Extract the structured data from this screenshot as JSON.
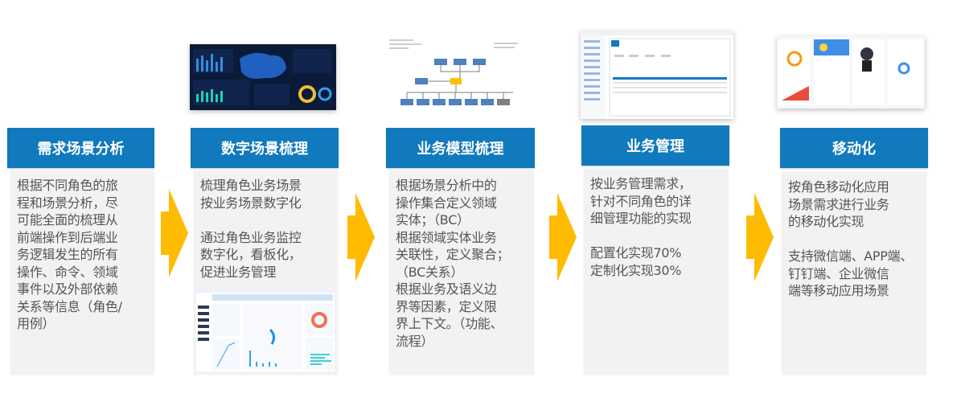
{
  "steps": [
    {
      "title": "需求场景分析",
      "lines": [
        "根据不同角色的旅",
        "程和场景分析，尽",
        "可能全面的梳理从",
        "前端操作到后端业",
        "务逻辑发生的所有",
        "操作、命令、领域",
        "事件以及外部依赖",
        "关系等信息（角色/",
        "用例）"
      ]
    },
    {
      "title": "数字场景梳理",
      "lines": [
        "梳理角色业务场景",
        "按业务场景数字化",
        "",
        "通过角色业务监控",
        "数字化，看板化，",
        "促进业务管理"
      ]
    },
    {
      "title": "业务模型梳理",
      "lines": [
        "根据场景分析中的",
        "操作集合定义领域",
        "实体；（BC）",
        "根据领域实体业务",
        "关联性，定义聚合；",
        "（BC关系）",
        "根据业务及语义边",
        "界等因素，定义限",
        "界上下文。（功能、",
        "流程）"
      ]
    },
    {
      "title": "业务管理",
      "lines": [
        "按业务管理需求，",
        "针对不同角色的详",
        "细管理功能的实现",
        "",
        "配置化实现70%",
        "定制化实现30%"
      ]
    },
    {
      "title": "移动化",
      "lines": [
        "按角色移动化应用",
        "场景需求进行业务",
        "的移动化实现",
        "",
        "支持微信端、APP端、",
        "钉钉端、企业微信",
        "端等移动应用场景"
      ]
    }
  ],
  "colors": {
    "header": "#1179bd",
    "arrow": "#ffbb00",
    "body": "#f2f2f2"
  }
}
